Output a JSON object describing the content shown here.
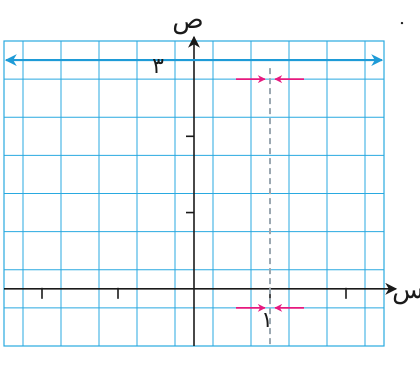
{
  "chart_data": {
    "type": "line",
    "x_axis_label": "س",
    "y_axis_label": "ص",
    "xlim": [
      -5,
      5
    ],
    "ylim": [
      -1.5,
      6.5
    ],
    "x_tick_values": [
      -4,
      -2,
      2,
      4
    ],
    "y_tick_values": [
      2,
      4
    ],
    "grid": true,
    "horizontal_line": {
      "y": 6,
      "label": "٣",
      "color": "#1e9bd7",
      "arrows_both_ends": true
    },
    "vertical_dashed_line": {
      "x": 2,
      "label": "١",
      "color": "#9aa7b0"
    },
    "approach_marker_points": [
      {
        "x": 2,
        "y": 5.5
      },
      {
        "x": 2,
        "y": -0.5
      }
    ],
    "approach_marker_color": "#e6197f",
    "corner_mark": "."
  },
  "colors": {
    "grid": "#29a9e0",
    "frame": "#29a9e0",
    "axis": "#1a1a1a",
    "line": "#1e9bd7"
  }
}
